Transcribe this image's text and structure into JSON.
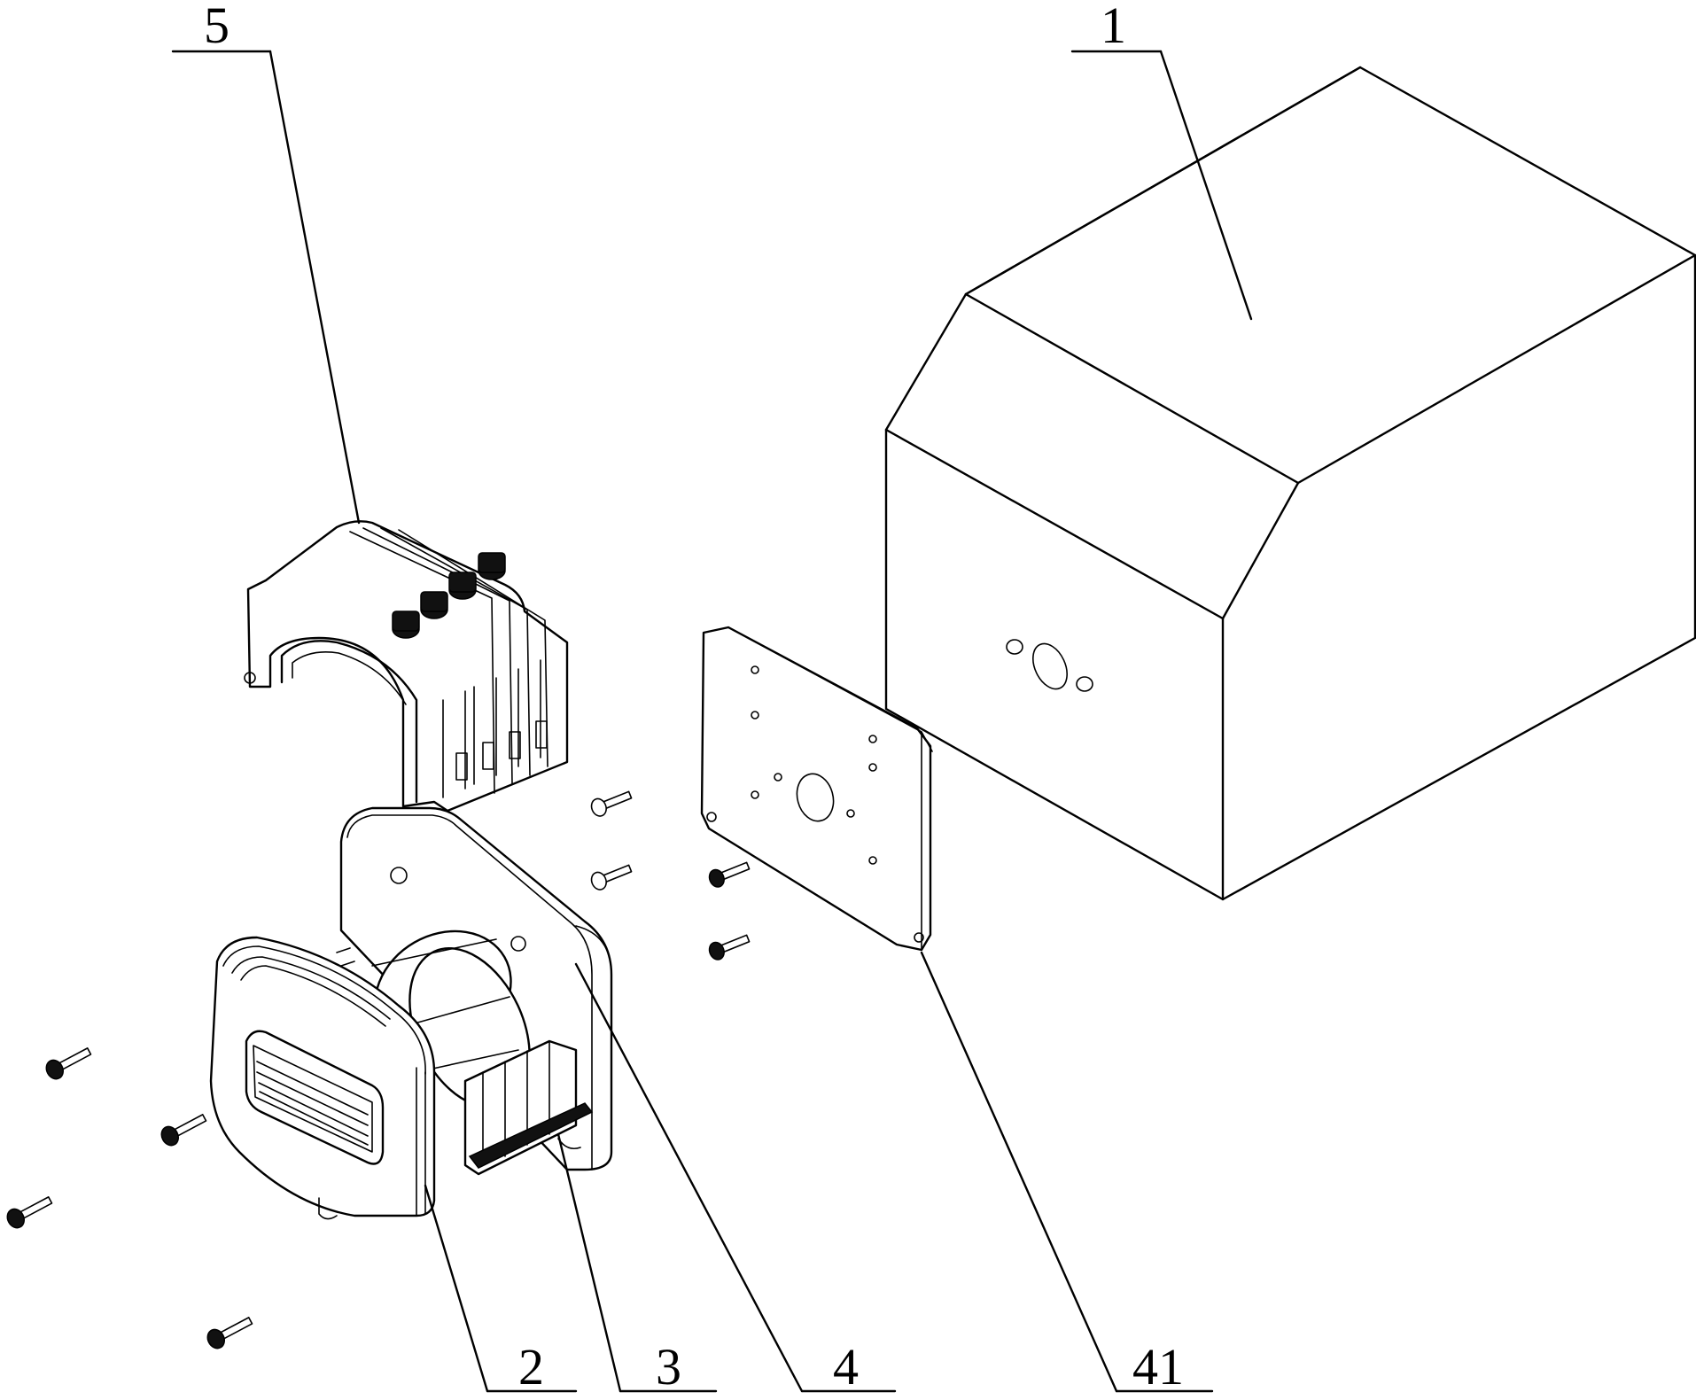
{
  "labels": {
    "part1": "1",
    "part2": "2",
    "part3": "3",
    "part4": "4",
    "part41": "41",
    "part5": "5"
  }
}
